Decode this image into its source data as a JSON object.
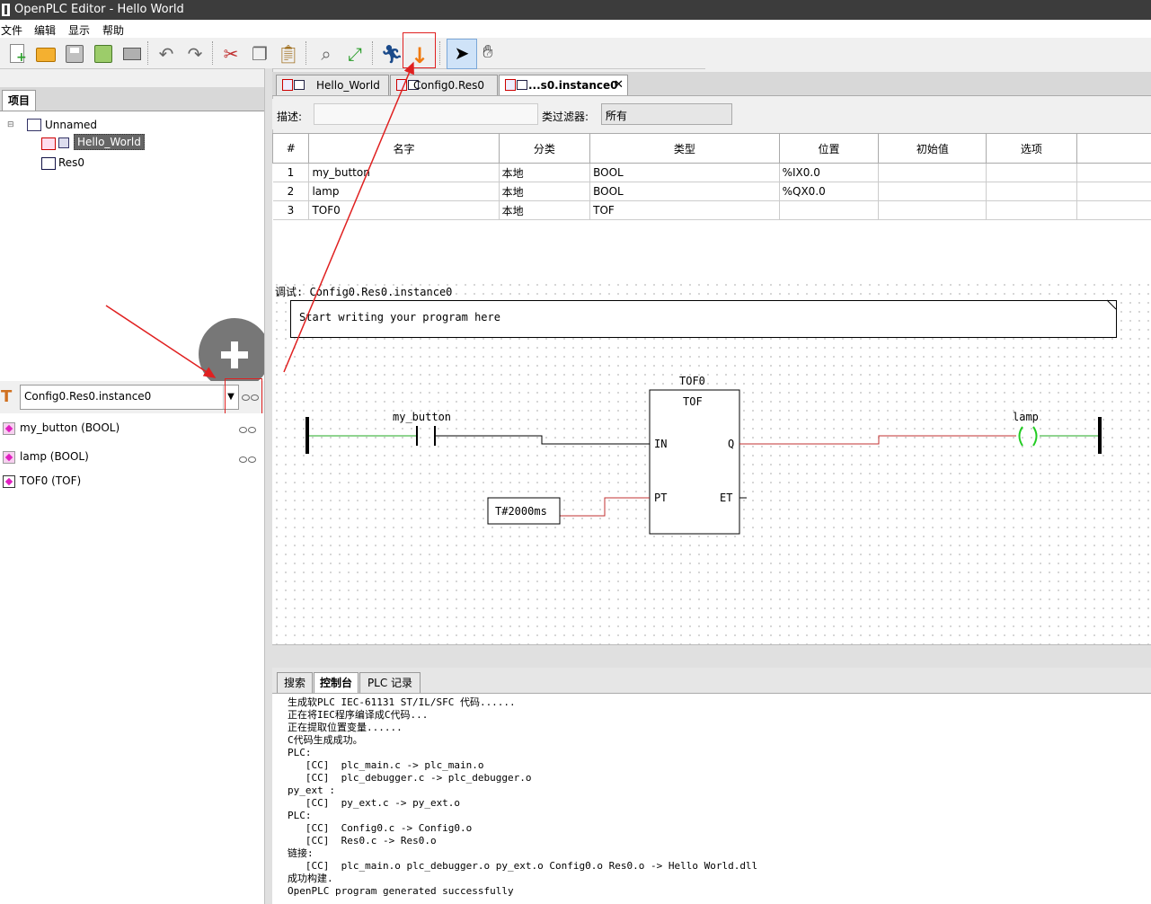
{
  "window": {
    "title": "OpenPLC Editor - Hello World"
  },
  "menu": [
    "文件",
    "编辑",
    "显示",
    "帮助"
  ],
  "toolbar": {
    "buttons": [
      "new-file",
      "open-folder",
      "save",
      "save-as",
      "print",
      "undo",
      "redo",
      "cut",
      "copy",
      "paste",
      "find",
      "fullscreen",
      "run",
      "download",
      "pointer",
      "hand"
    ]
  },
  "left_panel": {
    "tab": "项目",
    "tree": {
      "root": "Unnamed",
      "program": "Hello_World",
      "resource": "Res0"
    },
    "instance": "Config0.Res0.instance0",
    "variables": [
      {
        "label": "my_button (BOOL)",
        "icon": "variable-icon"
      },
      {
        "label": "lamp (BOOL)",
        "icon": "variable-icon"
      },
      {
        "label": "TOF0 (TOF)",
        "icon": "function-block-icon"
      }
    ]
  },
  "editor": {
    "tabs": [
      {
        "label": "Hello_World",
        "active": false
      },
      {
        "label": "Config0.Res0",
        "active": false
      },
      {
        "label": "...s0.instance0",
        "active": true
      }
    ],
    "description_label": "描述:",
    "description_value": "",
    "class_filter_label": "类过滤器:",
    "class_filter_value": "所有",
    "table": {
      "headers": [
        "#",
        "名字",
        "分类",
        "类型",
        "位置",
        "初始值",
        "选项"
      ],
      "rows": [
        [
          "1",
          "my_button",
          "本地",
          "BOOL",
          "%IX0.0",
          "",
          ""
        ],
        [
          "2",
          "lamp",
          "本地",
          "BOOL",
          "%QX0.0",
          "",
          ""
        ],
        [
          "3",
          "TOF0",
          "本地",
          "TOF",
          "",
          "",
          ""
        ]
      ]
    }
  },
  "diagram": {
    "debug_label": "调试: Config0.Res0.instance0",
    "comment": "Start writing your program here",
    "contact_name": "my_button",
    "coil_name": "lamp",
    "coil_symbol": "( )",
    "block_instance": "TOF0",
    "block_type": "TOF",
    "pin_in": "IN",
    "pin_q": "Q",
    "pin_pt": "PT",
    "pin_et": "ET",
    "constant": "T#2000ms"
  },
  "bottom_panel": {
    "tabs": [
      {
        "label": "搜索",
        "active": false
      },
      {
        "label": "控制台",
        "active": true
      },
      {
        "label": "PLC 记录",
        "active": false
      }
    ],
    "console": "生成软PLC IEC-61131 ST/IL/SFC 代码......\n正在将IEC程序编译成C代码...\n正在提取位置变量......\nC代码生成成功。\nPLC:\n   [CC]  plc_main.c -> plc_main.o\n   [CC]  plc_debugger.c -> plc_debugger.o\npy_ext :\n   [CC]  py_ext.c -> py_ext.o\nPLC:\n   [CC]  Config0.c -> Config0.o\n   [CC]  Res0.c -> Res0.o\n链接:\n   [CC]  plc_main.o plc_debugger.o py_ext.o Config0.o Res0.o -> Hello World.dll\n成功构建.\nOpenPLC program generated successfully"
  },
  "colors": {
    "annotation_red": "#e02020",
    "wire_green": "#22aa22",
    "wire_red": "#c03030",
    "download_orange": "#f07a10"
  }
}
